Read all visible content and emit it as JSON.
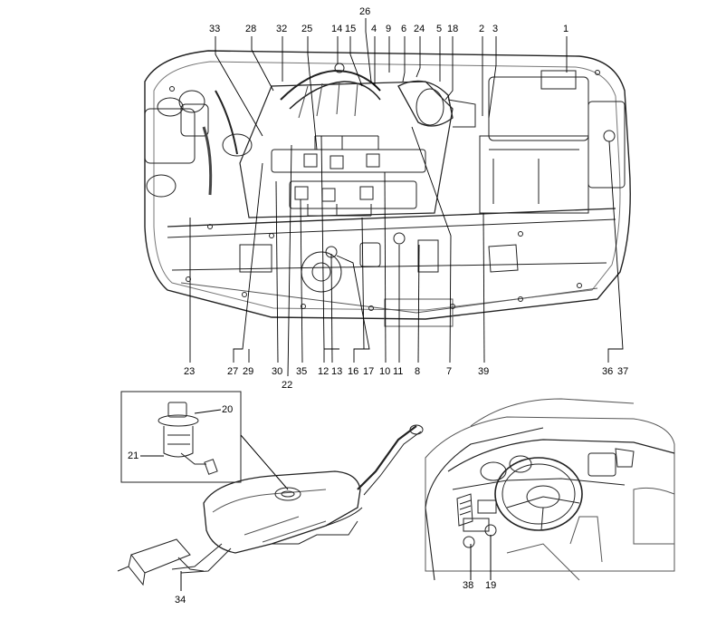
{
  "callouts": {
    "c1": "1",
    "c2": "2",
    "c3": "3",
    "c4": "4",
    "c5": "5",
    "c6": "6",
    "c7": "7",
    "c8": "8",
    "c9": "9",
    "c10": "10",
    "c11": "11",
    "c12": "12",
    "c13": "13",
    "c14": "14",
    "c15": "15",
    "c16": "16",
    "c17": "17",
    "c18": "18",
    "c19": "19",
    "c20": "20",
    "c21": "21",
    "c22": "22",
    "c23": "23",
    "c24": "24",
    "c25": "25",
    "c26": "26",
    "c27": "27",
    "c28": "28",
    "c29": "29",
    "c30": "30",
    "c32": "32",
    "c33": "33",
    "c34": "34",
    "c35": "35",
    "c36": "36",
    "c37": "37",
    "c38": "38",
    "c39": "39"
  }
}
